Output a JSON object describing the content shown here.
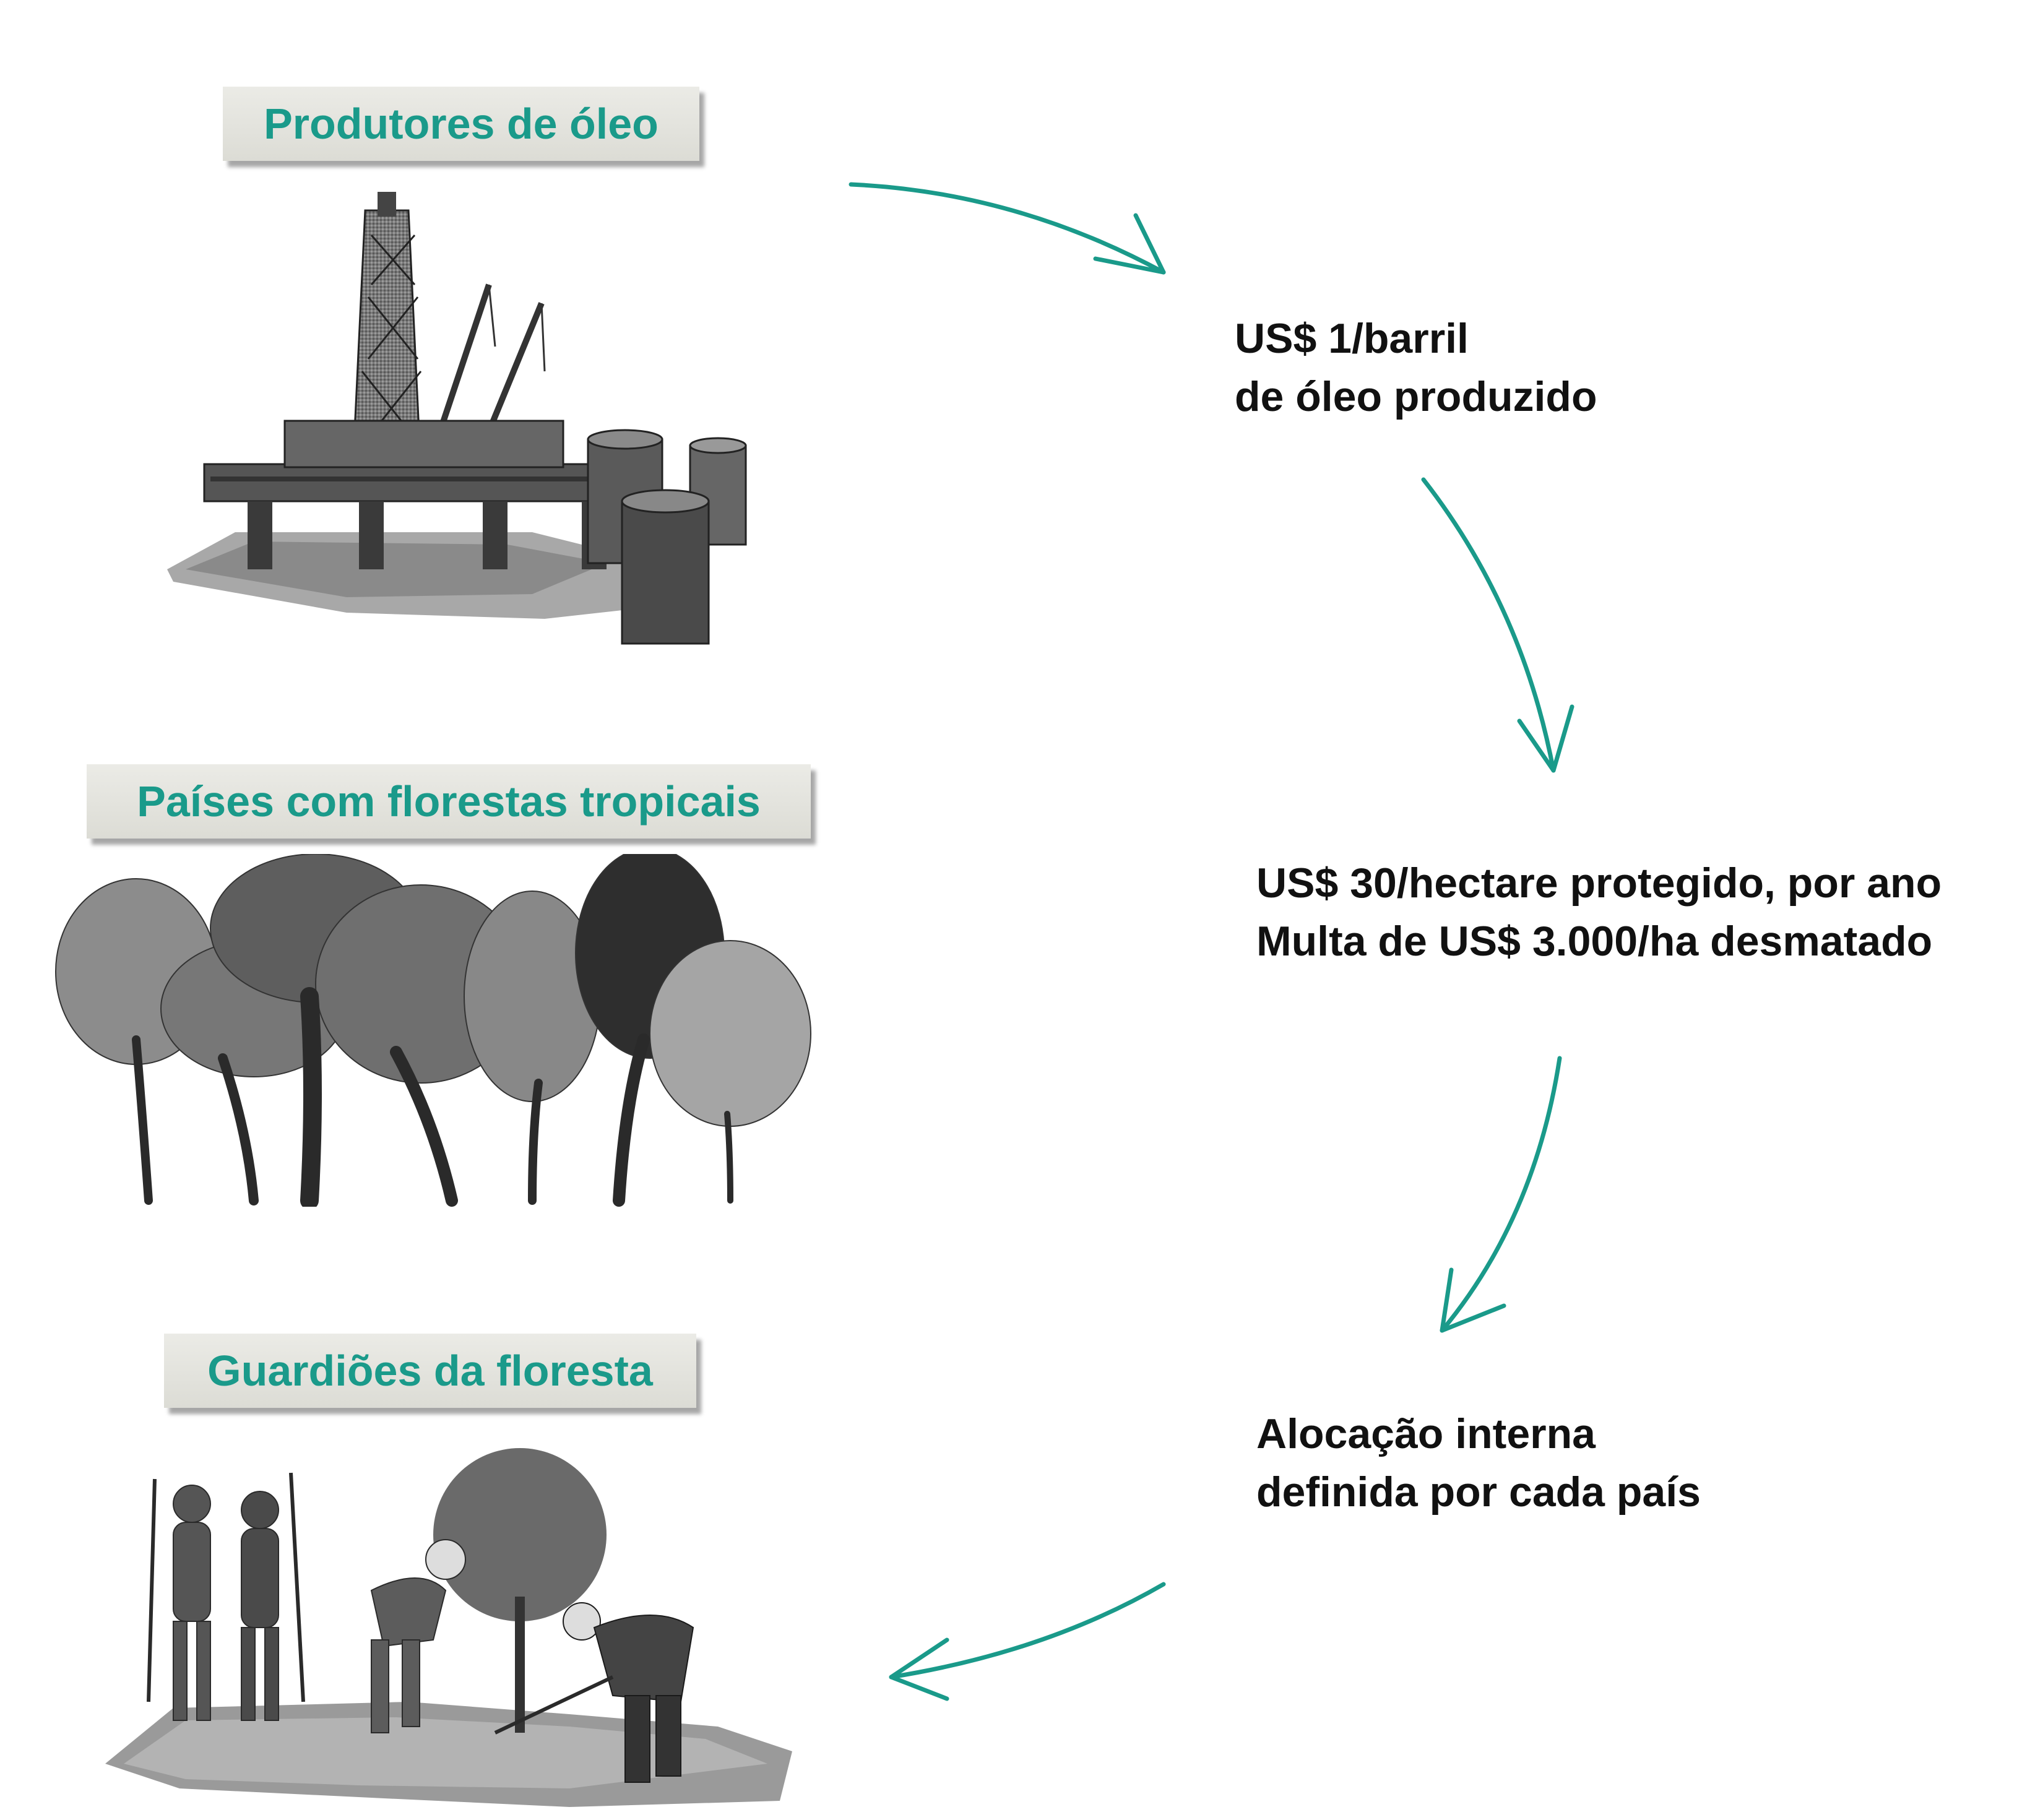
{
  "labels": {
    "oil": "Produtores de óleo",
    "countries": "Países com florestas tropicais",
    "guardians": "Guardiões da floresta"
  },
  "flow": {
    "step1": {
      "line1": "US$ 1/barril",
      "line2": "de óleo produzido"
    },
    "step2": {
      "line1": "US$ 30/hectare protegido, por ano",
      "line2": "Multa de US$ 3.000/ha desmatado"
    },
    "step3": {
      "line1": "Alocação interna",
      "line2": "definida por cada país"
    }
  },
  "colors": {
    "accent": "#1a9a8a",
    "text": "#111111"
  },
  "illustrations": [
    "oil-platform-icon",
    "oil-barrels-icon",
    "tropical-trees-icon",
    "forest-guardians-icon"
  ]
}
